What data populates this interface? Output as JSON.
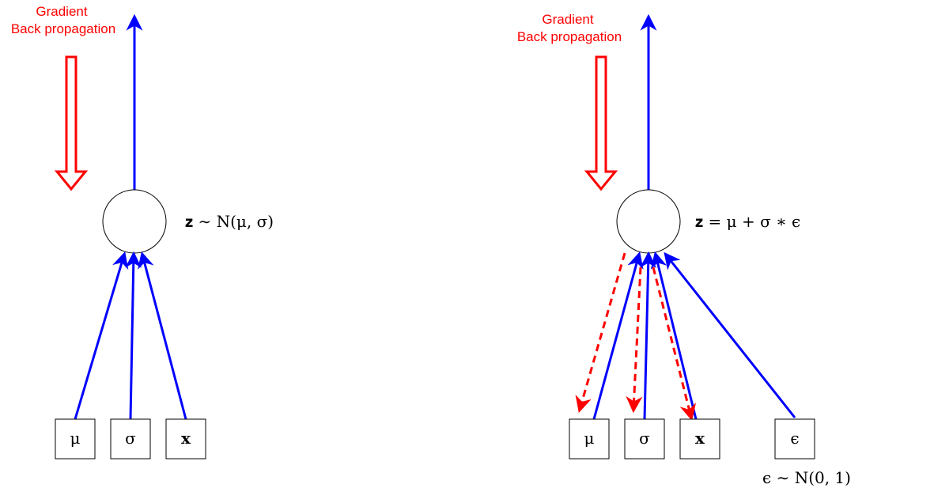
{
  "colors": {
    "forward": "#0000ff",
    "gradient": "#ff0000",
    "node_stroke": "#000000",
    "background": "#ffffff"
  },
  "left_diagram": {
    "gradient_label_line1": "Gradient",
    "gradient_label_line2": "Back propagation",
    "node_equation": "𝐳 ∼ N(μ, σ)",
    "inputs": [
      "μ",
      "σ",
      "𝐱"
    ]
  },
  "right_diagram": {
    "gradient_label_line1": "Gradient",
    "gradient_label_line2": "Back propagation",
    "node_equation": "𝐳 = μ + σ ∗ ϵ",
    "inputs": [
      "μ",
      "σ",
      "𝐱",
      "ϵ"
    ],
    "noise_label": "ϵ ∼ N(0, 1)"
  }
}
